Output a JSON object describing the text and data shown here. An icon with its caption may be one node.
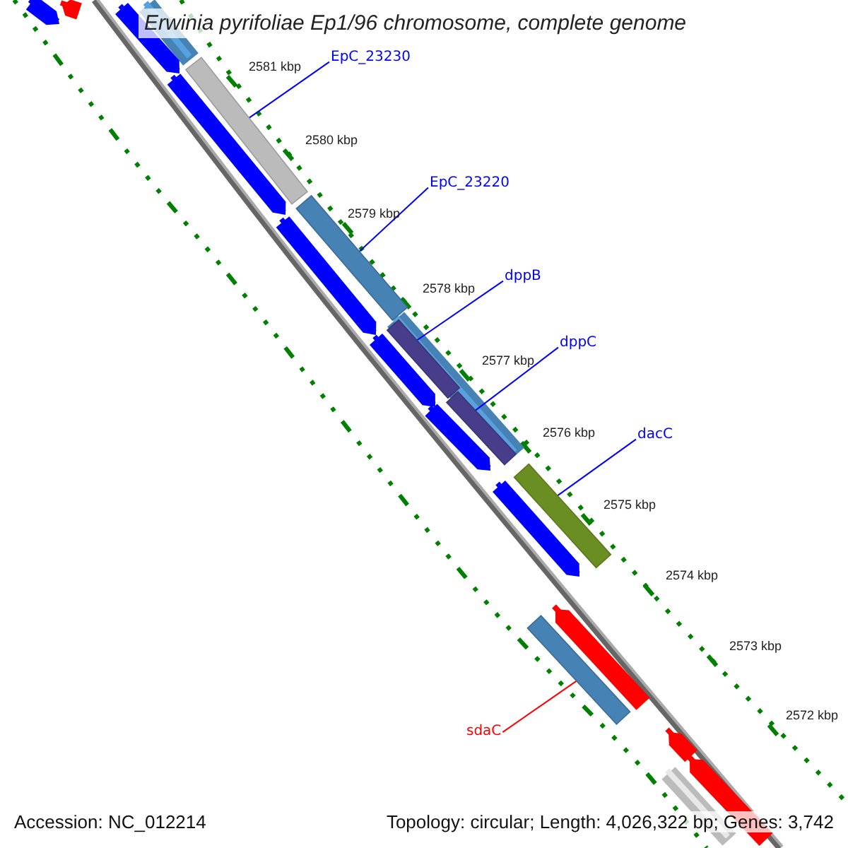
{
  "diagram": {
    "title": "Erwinia pyrifoliae Ep1/96 chromosome, complete genome",
    "nodes": [
      {
        "text": [
          "EpC_23230"
        ]
      },
      {
        "text": [
          "EpC_23220"
        ]
      },
      {
        "text": [
          "dppB"
        ]
      },
      {
        "text": [
          "dppC"
        ]
      },
      {
        "text": [
          "dacC"
        ]
      },
      {
        "text": [
          "sdaC"
        ]
      },
      {
        "text": [],
        "shape": "bar"
      },
      {
        "text": [],
        "shape": "bar"
      },
      {
        "text": [],
        "shape": "bar"
      },
      {
        "text": [],
        "shape": "bar"
      },
      {
        "text": [],
        "shape": "bar"
      },
      {
        "text": [],
        "shape": "bar"
      }
    ],
    "edges": [
      {
        "from": 0,
        "to": 6,
        "arrow": "none"
      },
      {
        "from": 1,
        "to": 7,
        "arrow": "none"
      },
      {
        "from": 2,
        "to": 8,
        "arrow": "none"
      },
      {
        "from": 3,
        "to": 9,
        "arrow": "none"
      },
      {
        "from": 4,
        "to": 10,
        "arrow": "none"
      },
      {
        "from": 5,
        "to": 11,
        "arrow": "none",
        "color": "#ff0000"
      }
    ],
    "labels": [
      "2581 kbp",
      "2580 kbp",
      "2579 kbp",
      "2578 kbp",
      "2577 kbp",
      "2576 kbp",
      "2575 kbp",
      "2574 kbp",
      "2573 kbp",
      "2572 kbp",
      "Accession: NC_012214",
      "Topology: circular; Length: 4,026,322 bp; Genes: 3,742"
    ]
  }
}
